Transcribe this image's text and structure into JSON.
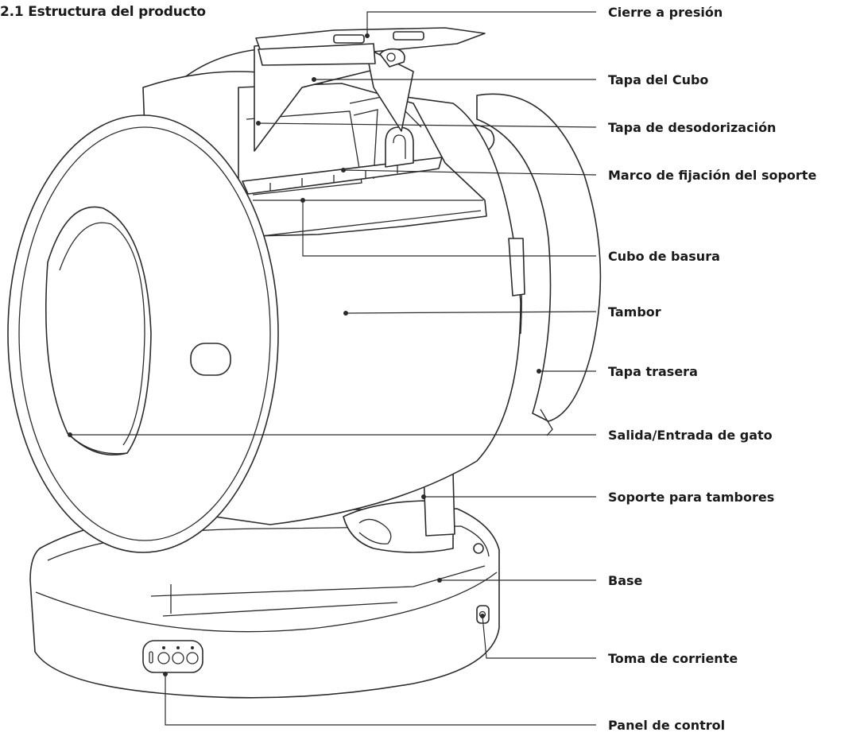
{
  "title": "2.1 Estructura del producto",
  "labels": {
    "cierre": "Cierre a presión",
    "tapa_cubo": "Tapa del Cubo",
    "tapa_desodorizacion": "Tapa de desodorización",
    "marco": "Marco de fijación del soporte",
    "cubo": "Cubo de basura",
    "tambor": "Tambor",
    "tapa_trasera": "Tapa trasera",
    "salida": "Salida/Entrada de gato",
    "soporte": "Soporte para tambores",
    "base": "Base",
    "toma": "Toma de corriente",
    "panel": "Panel de control"
  }
}
